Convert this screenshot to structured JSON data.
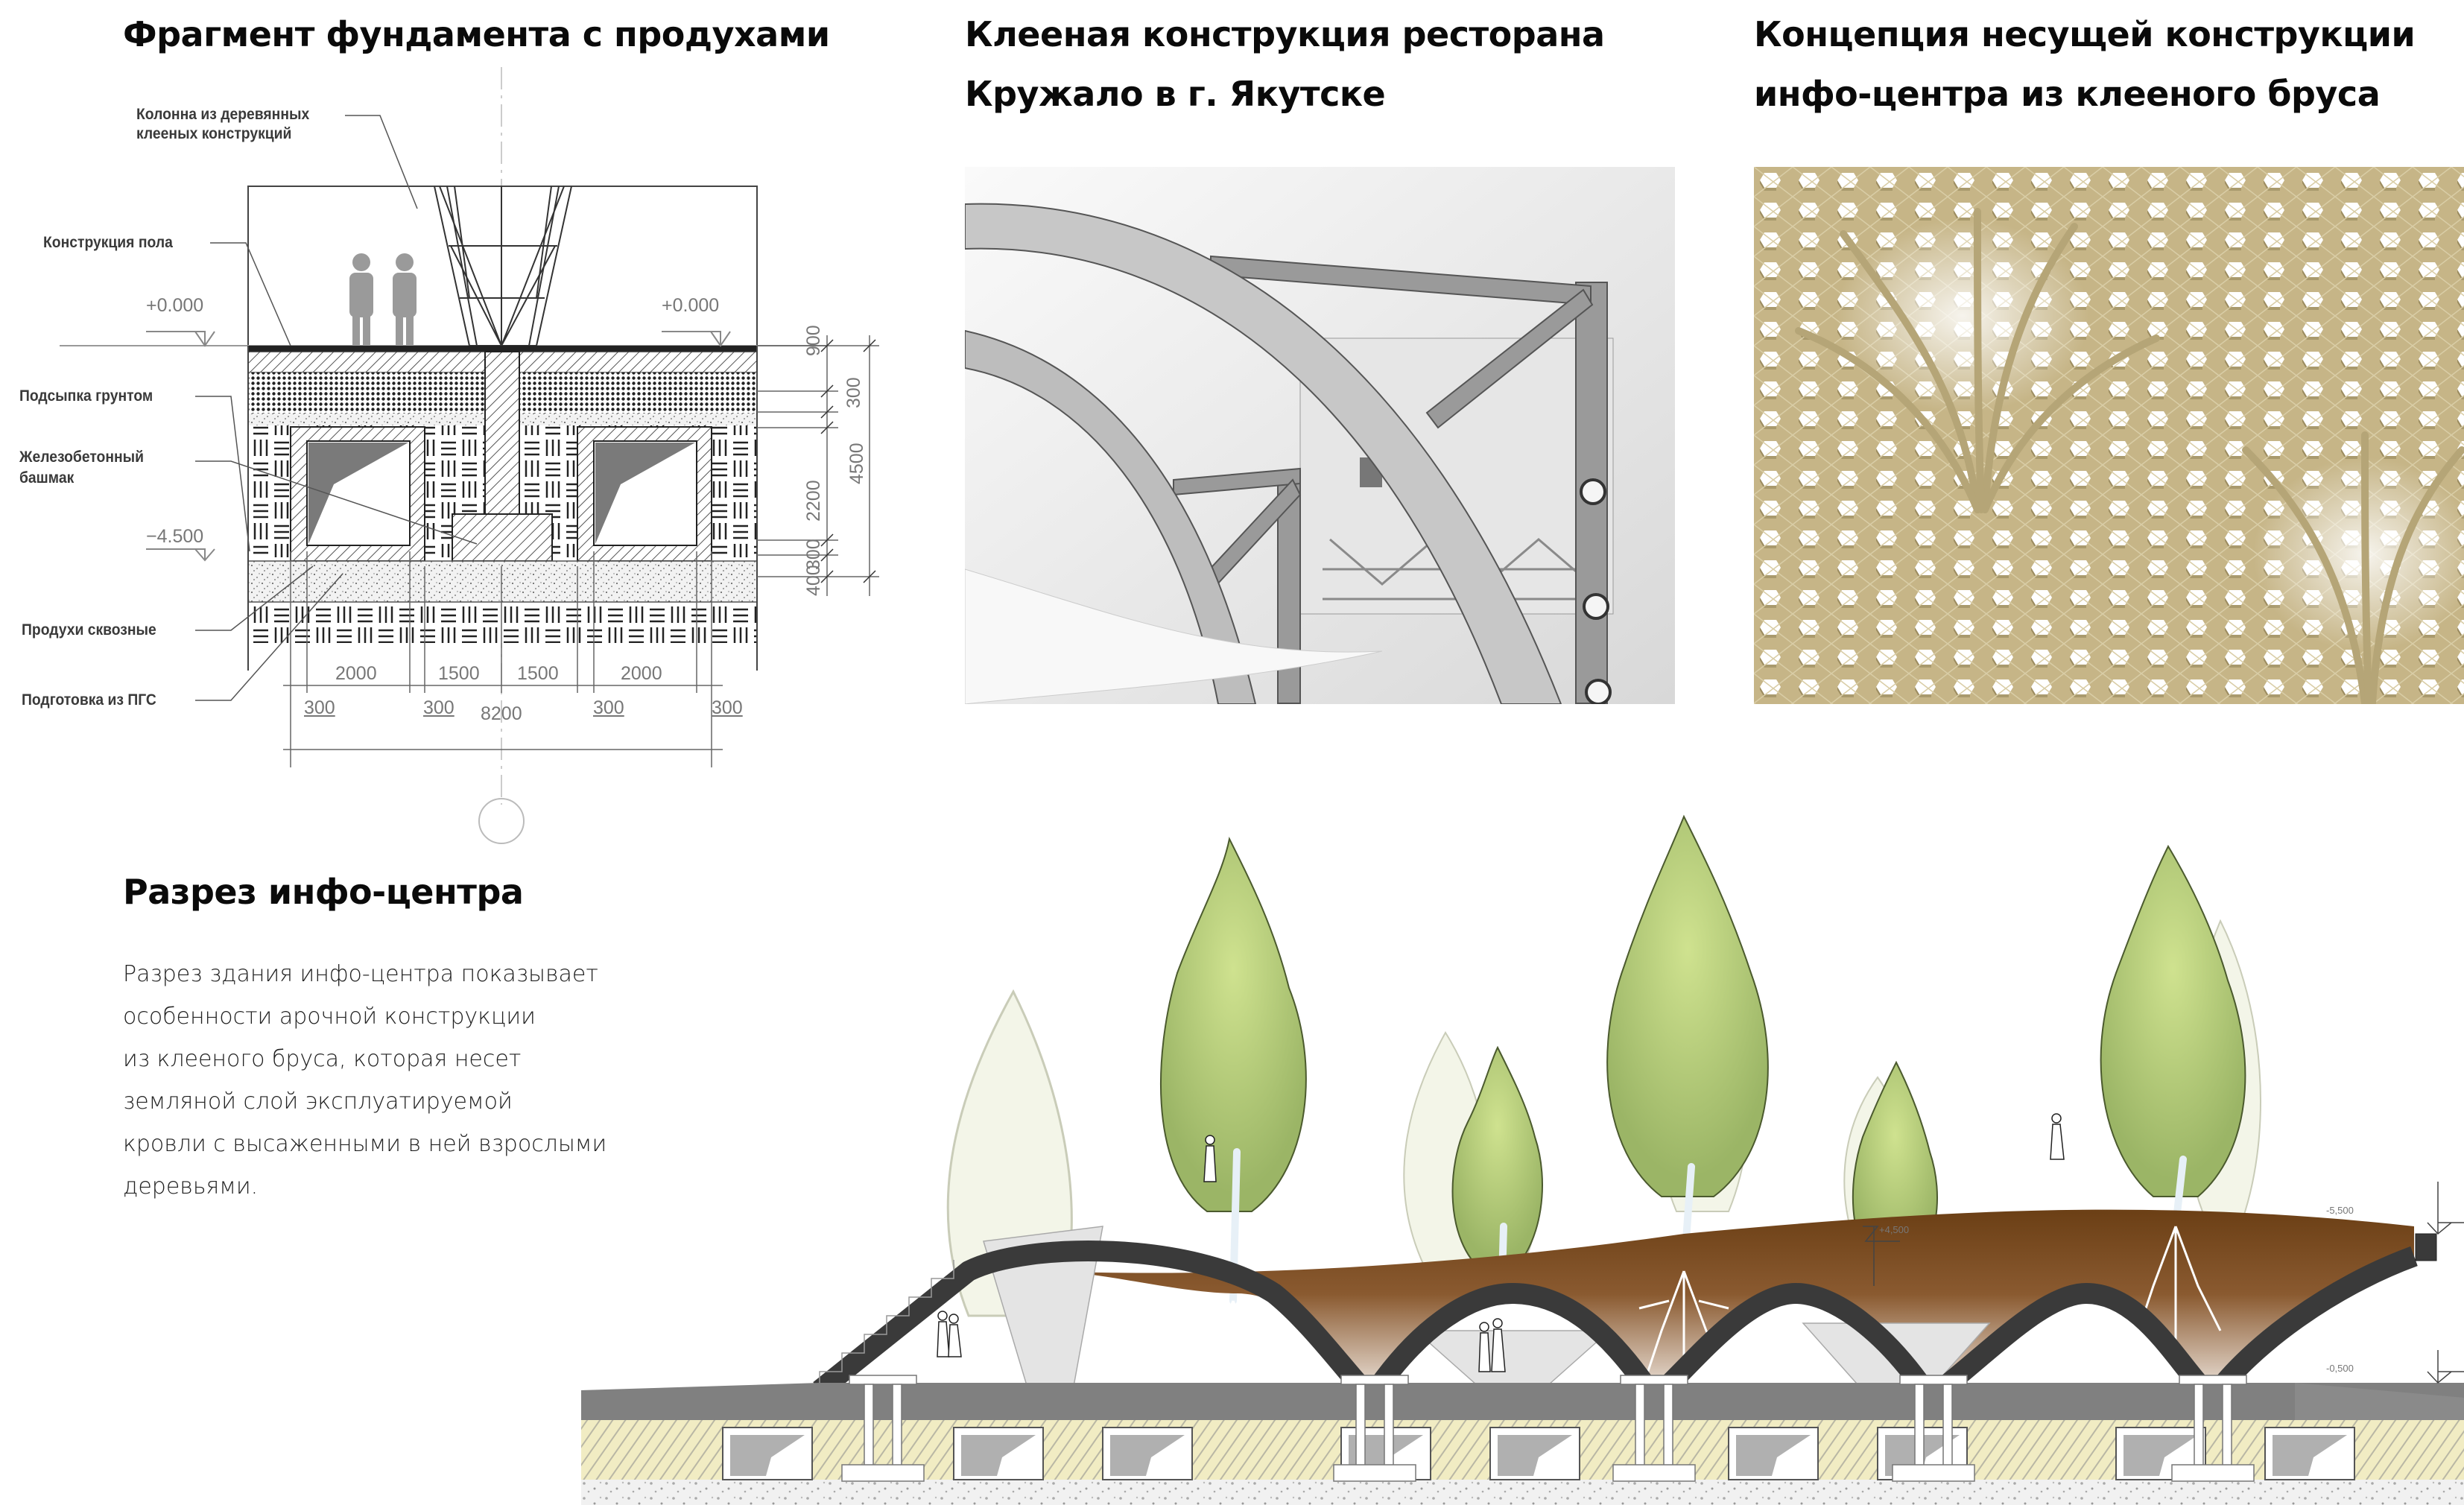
{
  "foundation_fragment": {
    "title": "Фрагмент фундамента с продухами",
    "callouts": [
      "Колонна из деревянных",
      "клееных конструкций",
      "Конструкция пола",
      "Подсыпка грунтом",
      "Железобетонный",
      "башмак",
      "Продухи сквозные",
      "Подготовка из ПГС"
    ],
    "elevations": {
      "top_left": "+0.000",
      "top_right": "+0.000",
      "bottom_left": "−4.500"
    },
    "vertical_dimensions": {
      "d900": "900",
      "d300_top": "300",
      "d2200": "2200",
      "d300_bottom": "300",
      "d400": "400",
      "d4500": "4500"
    },
    "horizontal_dimensions": {
      "spans": [
        "2000",
        "1500",
        "1500",
        "2000"
      ],
      "walls": [
        "300",
        "300",
        "300",
        "300"
      ],
      "total": "8200"
    },
    "colors": {
      "line": "#333333",
      "dim_line": "#888888",
      "hatch": "#555555",
      "vent_fill": "#7a7a7a",
      "human": "#9a9a9a"
    }
  },
  "restaurant_photo": {
    "title_line1": "Клееная конструкция ресторана",
    "title_line2": "Кружало в г. Якутске",
    "image_semantic": "bw-photo-glulam-arches-interior"
  },
  "concept_render": {
    "title_line1": "Концепция несущей конструкции",
    "title_line2": "инфо-центра из клееного бруса",
    "image_semantic": "glulam-gridshell-tree-columns-render",
    "colors": {
      "timber": "#c9b98a",
      "timber_dark": "#a8976a",
      "gap": "#ffffff"
    }
  },
  "section": {
    "heading": "Разрез инфо-центра",
    "description_lines": [
      "Разрез здания инфо-центра показывает",
      "особенности арочной конструкции",
      "из клееного бруса, которая несет",
      "земляной слой эксплуатируемой",
      "кровли с высаженными в ней взрослыми",
      "деревьями."
    ],
    "elevations": {
      "roof": "-5,500",
      "vault": "+4,500",
      "ground": "-0,500"
    },
    "colors": {
      "arch": "#3a3a3a",
      "soil_top": "#6b3f15",
      "soil_bottom": "#c9b3a0",
      "floor_slab": "#808080",
      "ground_hatch_bg": "#f0ebc0",
      "ground_hatch_line": "#b5b5a0",
      "gravel": "#eeeeee",
      "tree_green": "#a8c46a",
      "tree_light": "#cbe08a",
      "tree_ghost": "#f2f4e6",
      "light_cone": "#e4e4e4"
    }
  }
}
